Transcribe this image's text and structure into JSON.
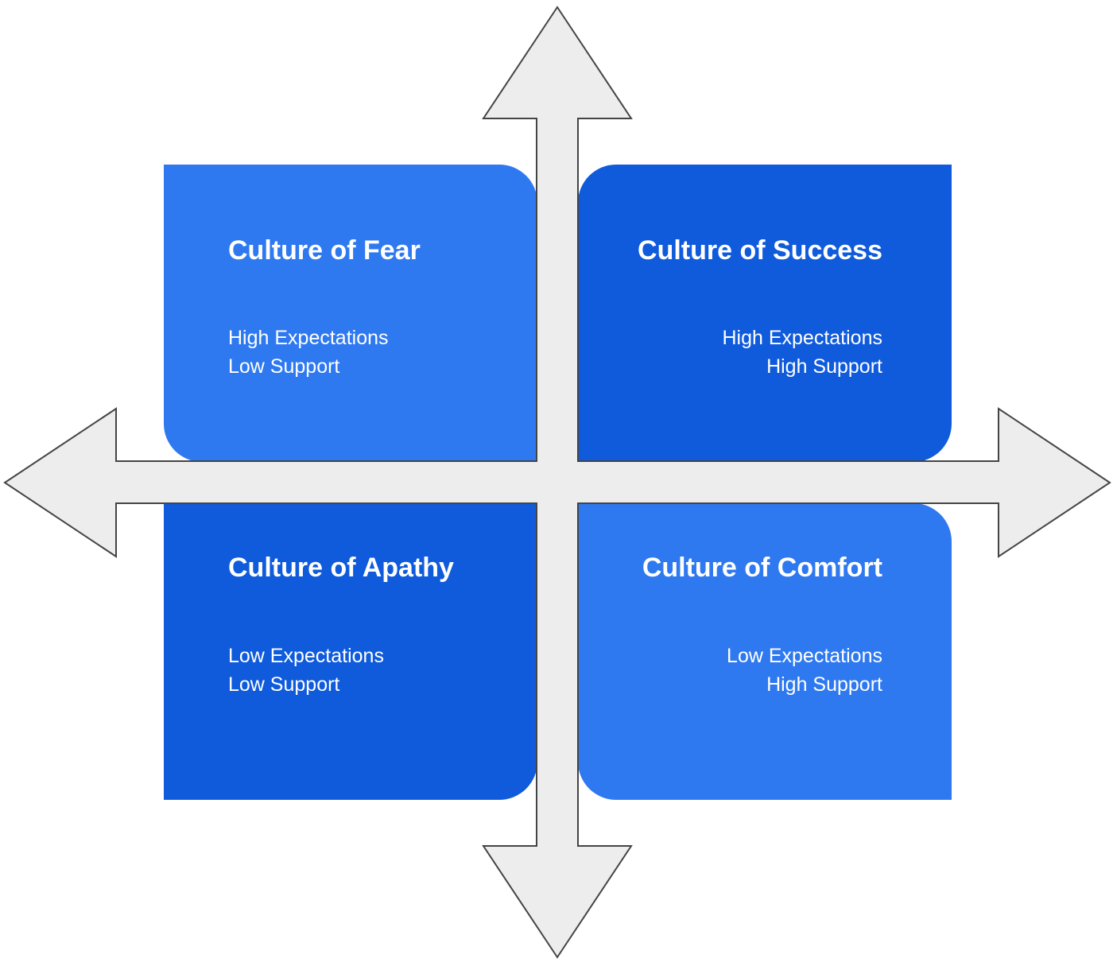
{
  "colors": {
    "light_blue": "#2f79f0",
    "dark_blue": "#0f5bdc",
    "arrow_fill": "#ededed",
    "arrow_stroke": "#444444"
  },
  "quadrants": [
    {
      "title": "Culture of Fear",
      "line1": "High Expectations",
      "line2": "Low Support",
      "color": "#2f79f0"
    },
    {
      "title": "Culture of Success",
      "line1": "High Expectations",
      "line2": "High Support",
      "color": "#0f5bdc"
    },
    {
      "title": "Culture of Apathy",
      "line1": "Low Expectations",
      "line2": "Low Support",
      "color": "#0f5bdc"
    },
    {
      "title": "Culture of Comfort",
      "line1": "Low Expectations",
      "line2": "High Support",
      "color": "#2f79f0"
    }
  ]
}
